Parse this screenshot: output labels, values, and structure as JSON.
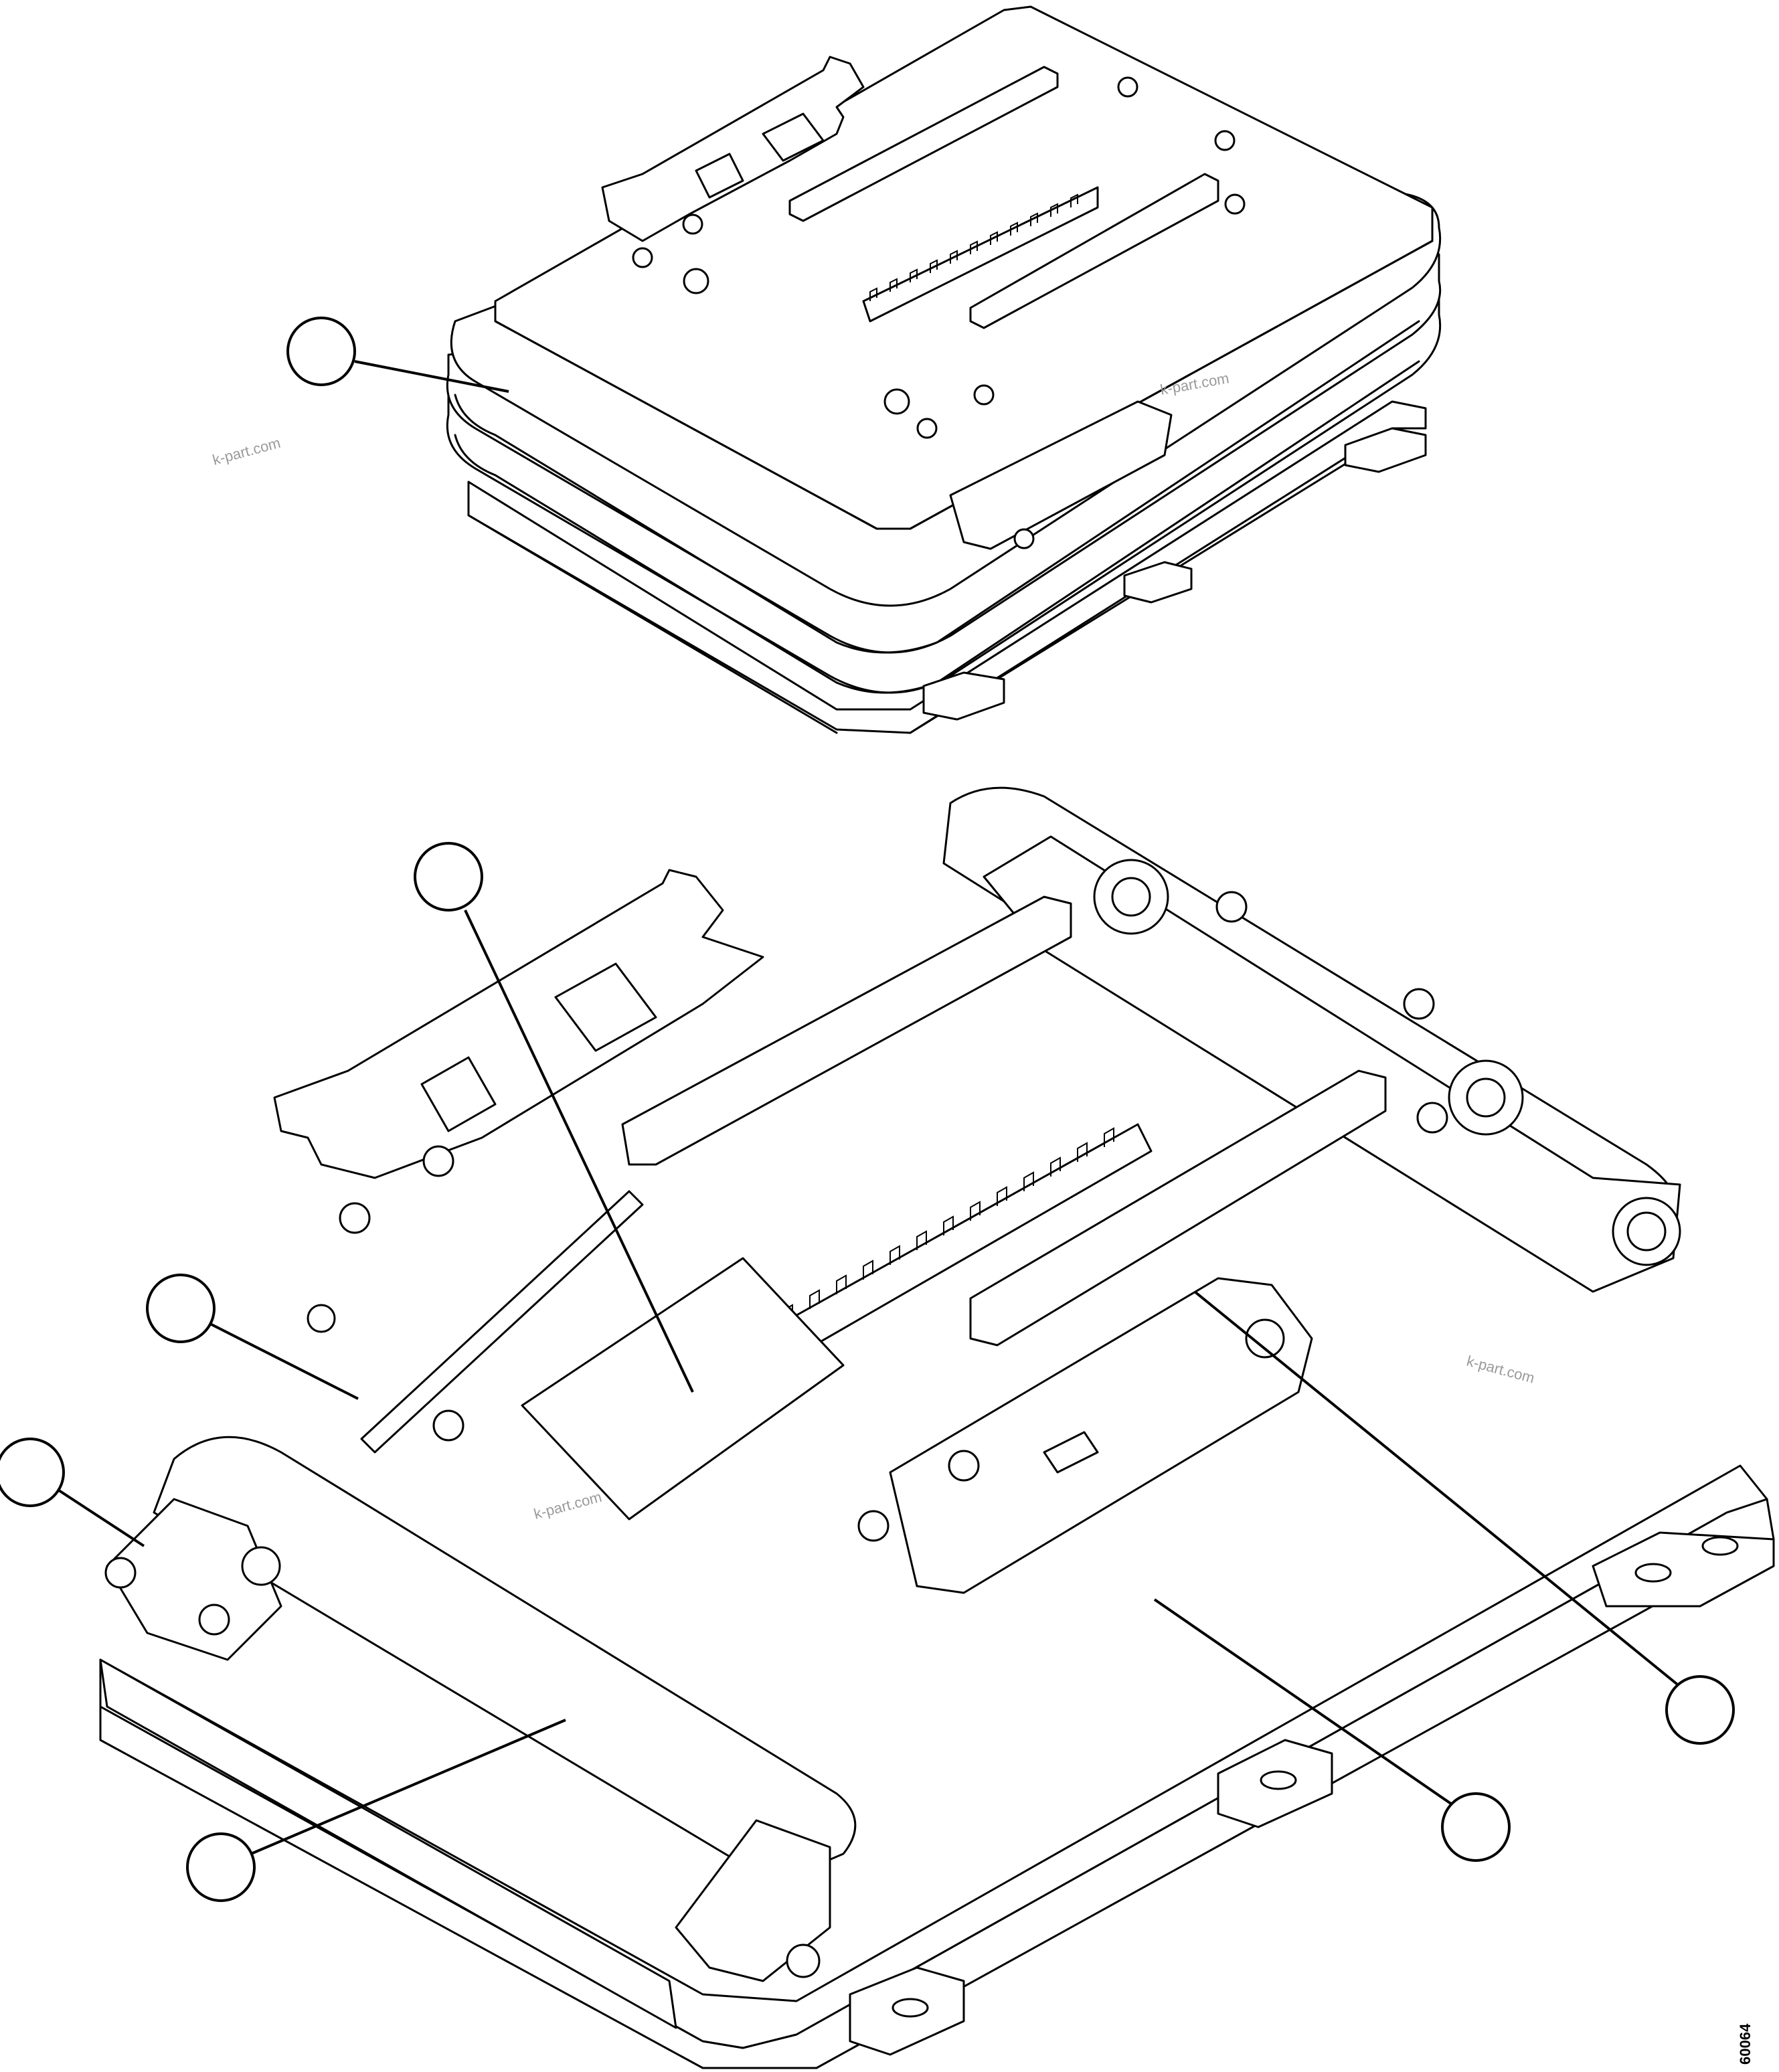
{
  "drawing": {
    "watermark_text": "k-part.com",
    "figure_code": "60064",
    "line_color": "#000000",
    "background_color": "#ffffff",
    "callout_count": 7
  }
}
